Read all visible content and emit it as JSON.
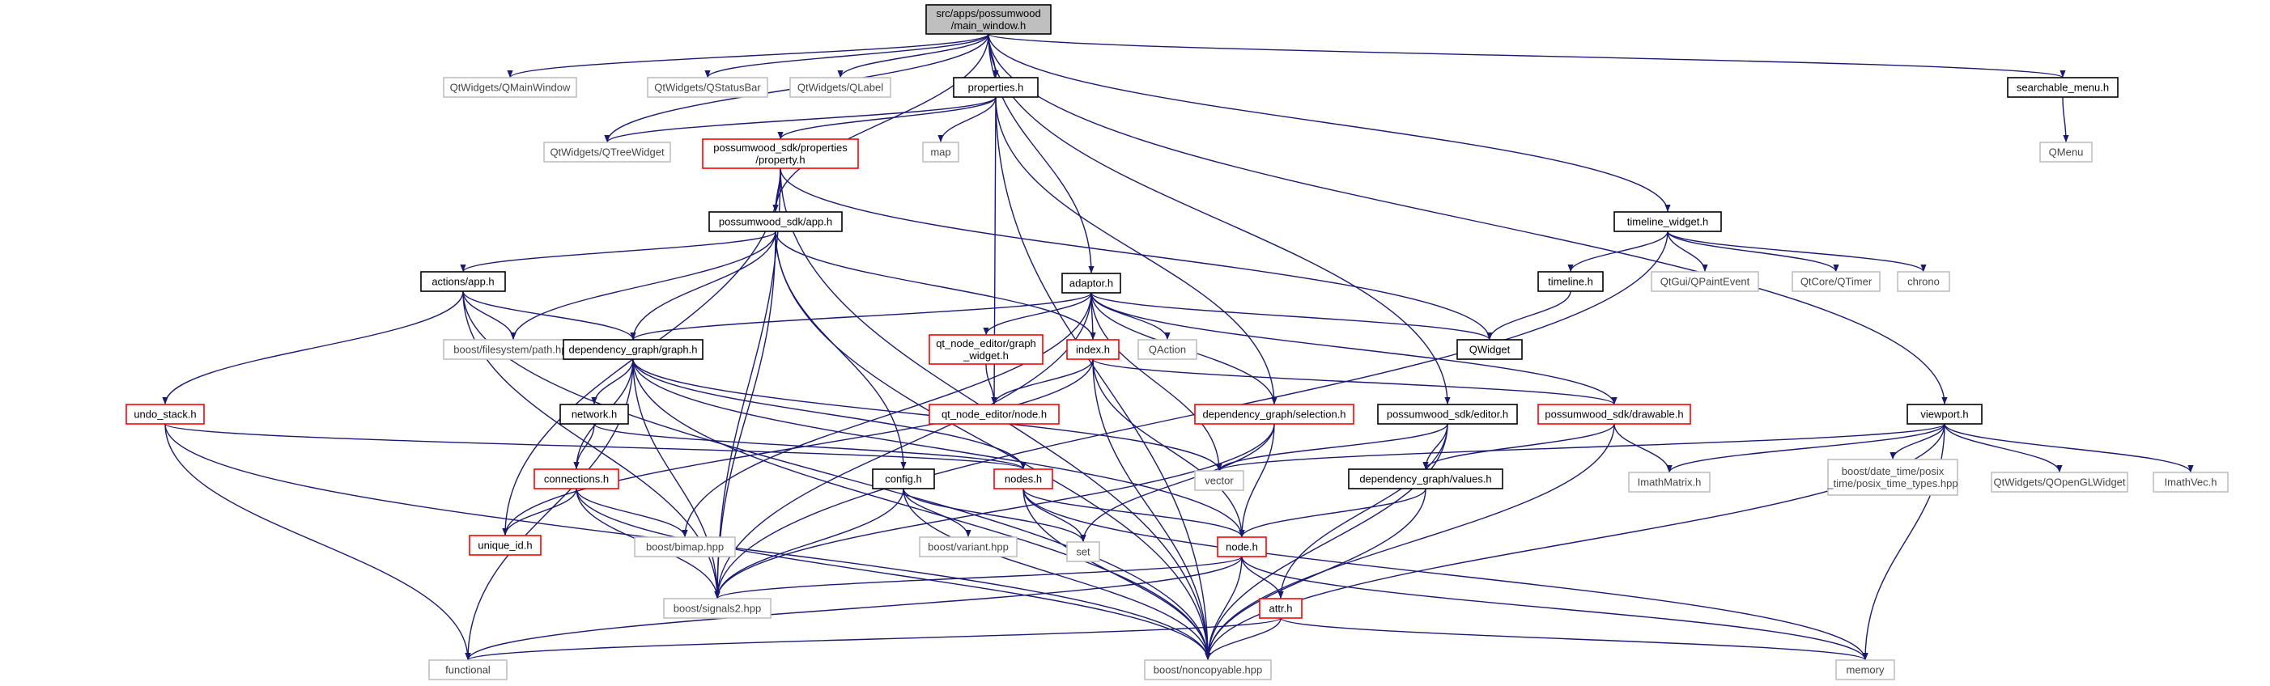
{
  "diagram": {
    "type": "include-dependency-graph",
    "colors": {
      "edge": "#191970",
      "normal_border": "#000000",
      "red_border": "#ff0000",
      "gray_border": "#bfbfbf",
      "root_fill": "#bfbfbf"
    },
    "nodes": [
      {
        "id": "main_window",
        "lines": [
          "src/apps/possumwood",
          "/main_window.h"
        ],
        "style": "root"
      },
      {
        "id": "qmainwindow",
        "lines": [
          "QtWidgets/QMainWindow"
        ],
        "style": "gray"
      },
      {
        "id": "qstatusbar",
        "lines": [
          "QtWidgets/QStatusBar"
        ],
        "style": "gray"
      },
      {
        "id": "qlabel",
        "lines": [
          "QtWidgets/QLabel"
        ],
        "style": "gray"
      },
      {
        "id": "properties",
        "lines": [
          "properties.h"
        ],
        "style": "normal"
      },
      {
        "id": "searchable_menu",
        "lines": [
          "searchable_menu.h"
        ],
        "style": "normal"
      },
      {
        "id": "qmenu",
        "lines": [
          "QMenu"
        ],
        "style": "gray"
      },
      {
        "id": "qtreewidget",
        "lines": [
          "QtWidgets/QTreeWidget"
        ],
        "style": "gray"
      },
      {
        "id": "property",
        "lines": [
          "possumwood_sdk/properties",
          "/property.h"
        ],
        "style": "red"
      },
      {
        "id": "map",
        "lines": [
          "map"
        ],
        "style": "gray"
      },
      {
        "id": "app_sdk",
        "lines": [
          "possumwood_sdk/app.h"
        ],
        "style": "normal"
      },
      {
        "id": "timeline_widget",
        "lines": [
          "timeline_widget.h"
        ],
        "style": "normal"
      },
      {
        "id": "actions_app",
        "lines": [
          "actions/app.h"
        ],
        "style": "normal"
      },
      {
        "id": "adaptor",
        "lines": [
          "adaptor.h"
        ],
        "style": "normal"
      },
      {
        "id": "timeline",
        "lines": [
          "timeline.h"
        ],
        "style": "normal"
      },
      {
        "id": "qpaintevent",
        "lines": [
          "QtGui/QPaintEvent"
        ],
        "style": "gray"
      },
      {
        "id": "qtimer",
        "lines": [
          "QtCore/QTimer"
        ],
        "style": "gray"
      },
      {
        "id": "chrono",
        "lines": [
          "chrono"
        ],
        "style": "gray"
      },
      {
        "id": "fs_path",
        "lines": [
          "boost/filesystem/path.hpp"
        ],
        "style": "gray"
      },
      {
        "id": "dep_graph",
        "lines": [
          "dependency_graph/graph.h"
        ],
        "style": "normal"
      },
      {
        "id": "graph_widget",
        "lines": [
          "qt_node_editor/graph",
          "_widget.h"
        ],
        "style": "red"
      },
      {
        "id": "index",
        "lines": [
          "index.h"
        ],
        "style": "red"
      },
      {
        "id": "qaction",
        "lines": [
          "QAction"
        ],
        "style": "gray"
      },
      {
        "id": "qwidget",
        "lines": [
          "QWidget"
        ],
        "style": "normal"
      },
      {
        "id": "undo_stack",
        "lines": [
          "undo_stack.h"
        ],
        "style": "red"
      },
      {
        "id": "network",
        "lines": [
          "network.h"
        ],
        "style": "normal"
      },
      {
        "id": "qne_node",
        "lines": [
          "qt_node_editor/node.h"
        ],
        "style": "red"
      },
      {
        "id": "selection",
        "lines": [
          "dependency_graph/selection.h"
        ],
        "style": "red"
      },
      {
        "id": "editor",
        "lines": [
          "possumwood_sdk/editor.h"
        ],
        "style": "normal"
      },
      {
        "id": "drawable",
        "lines": [
          "possumwood_sdk/drawable.h"
        ],
        "style": "red"
      },
      {
        "id": "viewport",
        "lines": [
          "viewport.h"
        ],
        "style": "normal"
      },
      {
        "id": "connections",
        "lines": [
          "connections.h"
        ],
        "style": "red"
      },
      {
        "id": "config",
        "lines": [
          "config.h"
        ],
        "style": "normal"
      },
      {
        "id": "nodes",
        "lines": [
          "nodes.h"
        ],
        "style": "red"
      },
      {
        "id": "vector",
        "lines": [
          "vector"
        ],
        "style": "gray"
      },
      {
        "id": "values",
        "lines": [
          "dependency_graph/values.h"
        ],
        "style": "normal"
      },
      {
        "id": "imathmatrix",
        "lines": [
          "ImathMatrix.h"
        ],
        "style": "gray"
      },
      {
        "id": "posix_time",
        "lines": [
          "boost/date_time/posix",
          "_time/posix_time_types.hpp"
        ],
        "style": "gray"
      },
      {
        "id": "qopenglwidget",
        "lines": [
          "QtWidgets/QOpenGLWidget"
        ],
        "style": "gray"
      },
      {
        "id": "imathvec",
        "lines": [
          "ImathVec.h"
        ],
        "style": "gray"
      },
      {
        "id": "unique_id",
        "lines": [
          "unique_id.h"
        ],
        "style": "red"
      },
      {
        "id": "bimap",
        "lines": [
          "boost/bimap.hpp"
        ],
        "style": "gray"
      },
      {
        "id": "variant",
        "lines": [
          "boost/variant.hpp"
        ],
        "style": "gray"
      },
      {
        "id": "set",
        "lines": [
          "set"
        ],
        "style": "gray"
      },
      {
        "id": "node_h",
        "lines": [
          "node.h"
        ],
        "style": "red"
      },
      {
        "id": "signals2",
        "lines": [
          "boost/signals2.hpp"
        ],
        "style": "gray"
      },
      {
        "id": "attr",
        "lines": [
          "attr.h"
        ],
        "style": "red"
      },
      {
        "id": "functional",
        "lines": [
          "functional"
        ],
        "style": "gray"
      },
      {
        "id": "noncopyable",
        "lines": [
          "boost/noncopyable.hpp"
        ],
        "style": "gray"
      },
      {
        "id": "memory",
        "lines": [
          "memory"
        ],
        "style": "gray"
      }
    ]
  }
}
